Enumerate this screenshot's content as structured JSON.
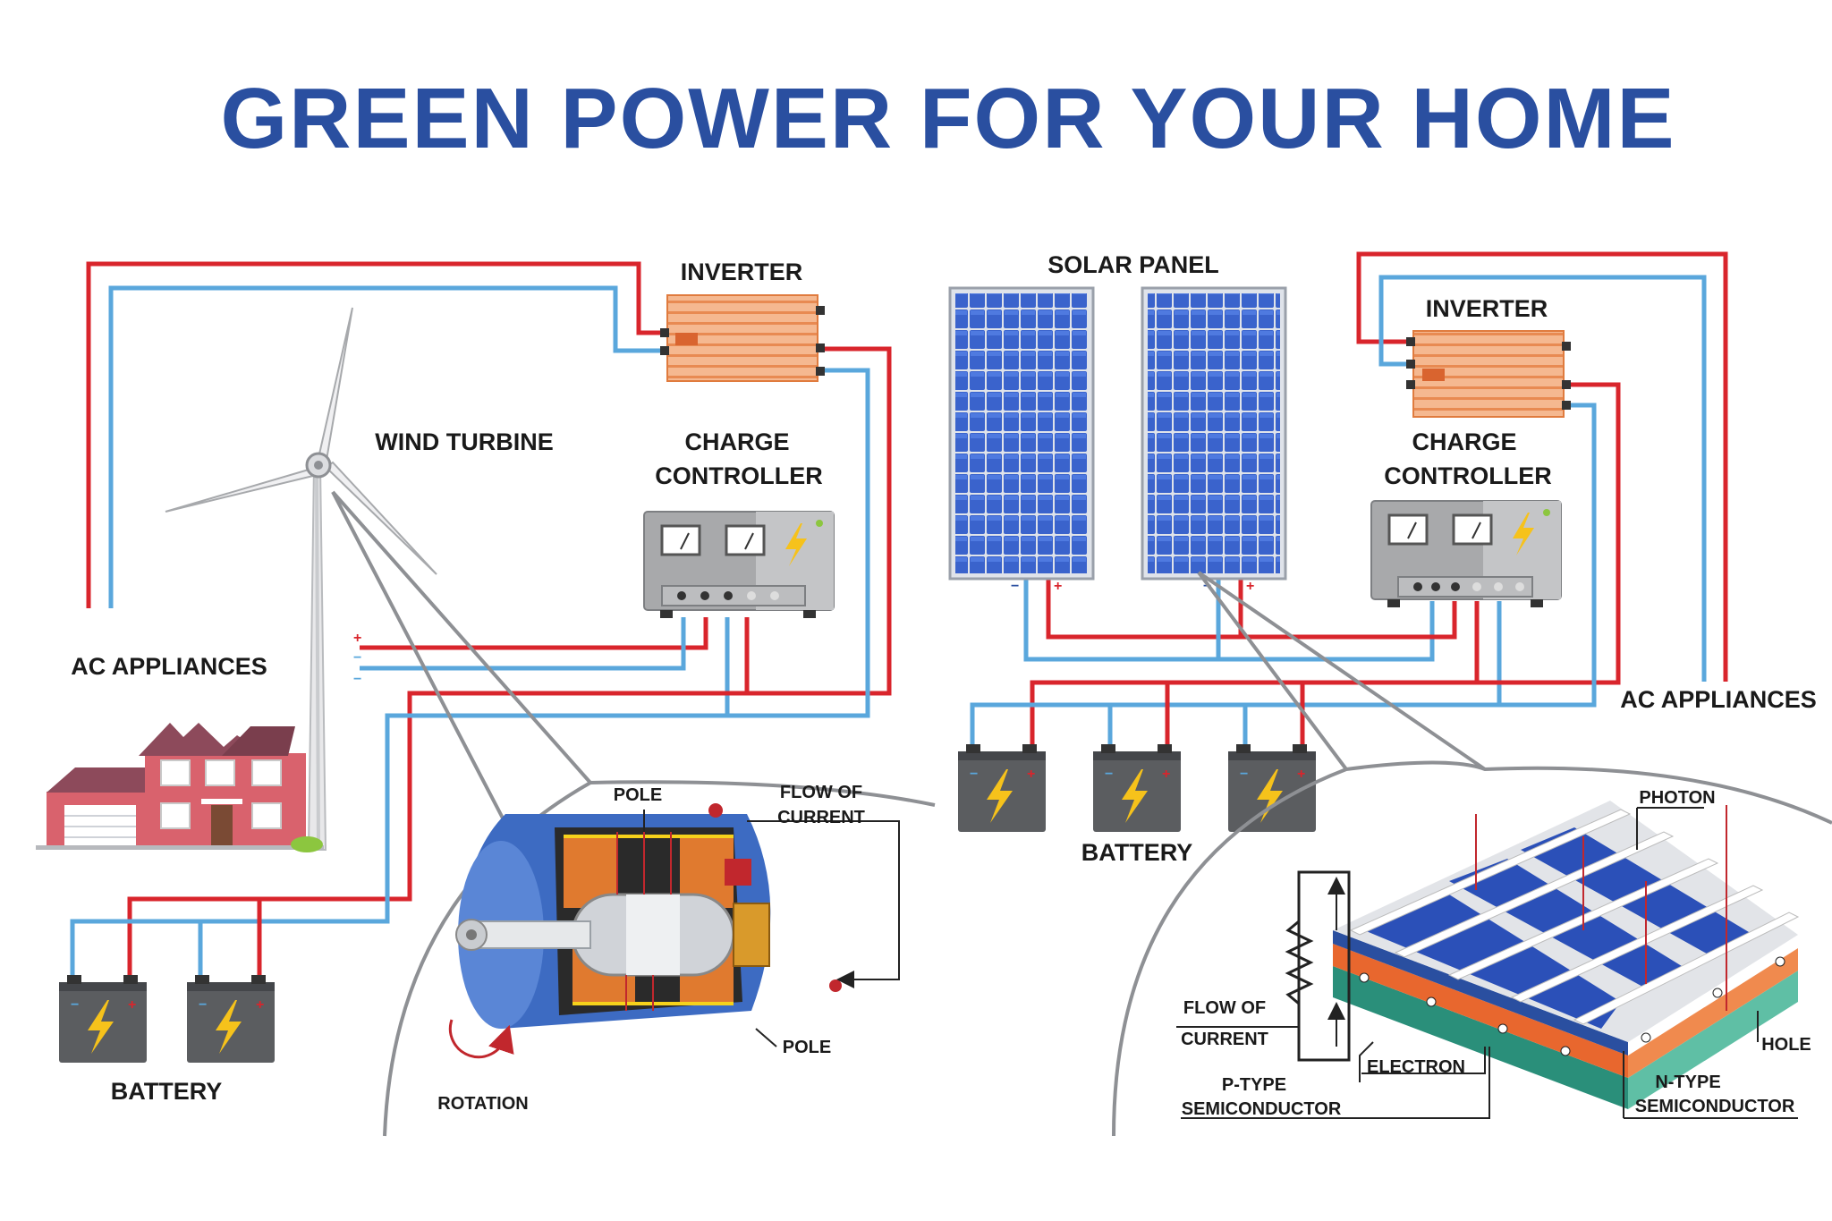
{
  "title": "GREEN POWER FOR YOUR HOME",
  "labels": {
    "wind_turbine": "WIND TURBINE",
    "inverter_left": "INVERTER",
    "inverter_right": "INVERTER",
    "charge_left_1": "CHARGE",
    "charge_left_2": "CONTROLLER",
    "charge_right_1": "CHARGE",
    "charge_right_2": "CONTROLLER",
    "solar_panel": "SOLAR PANEL",
    "ac_appliances_left": "AC APPLIANCES",
    "ac_appliances_right": "AC APPLIANCES",
    "battery_left": "BATTERY",
    "battery_right": "BATTERY",
    "generator_pole_top": "POLE",
    "generator_pole_bottom": "POLE",
    "generator_flow_1": "FLOW OF",
    "generator_flow_2": "CURRENT",
    "generator_rotation": "ROTATION",
    "cell_photon": "PHOTON",
    "cell_flow_1": "FLOW OF",
    "cell_flow_2": "CURRENT",
    "cell_electron": "ELECTRON",
    "cell_hole": "HOLE",
    "cell_ptype_1": "P-TYPE",
    "cell_ptype_2": "SEMICONDUCTOR",
    "cell_ntype_1": "N-TYPE",
    "cell_ntype_2": "SEMICONDUCTOR"
  },
  "polarity": {
    "plus": "+",
    "minus": "−"
  },
  "colors": {
    "title": "#2a4fa0",
    "wire_positive": "#d9252c",
    "wire_negative": "#5aa7dc",
    "panel": "#2b50b8",
    "inverter": "#f2a872",
    "controller": "#a8a9ab",
    "battery": "#5b5d60",
    "bolt": "#f6c21b",
    "house": "#d9626d"
  },
  "icons": [
    "wind-turbine-icon",
    "house-icon",
    "inverter-icon",
    "charge-controller-icon",
    "solar-panel-icon",
    "battery-icon",
    "generator-icon",
    "solar-cell-icon",
    "lightning-bolt-icon"
  ]
}
